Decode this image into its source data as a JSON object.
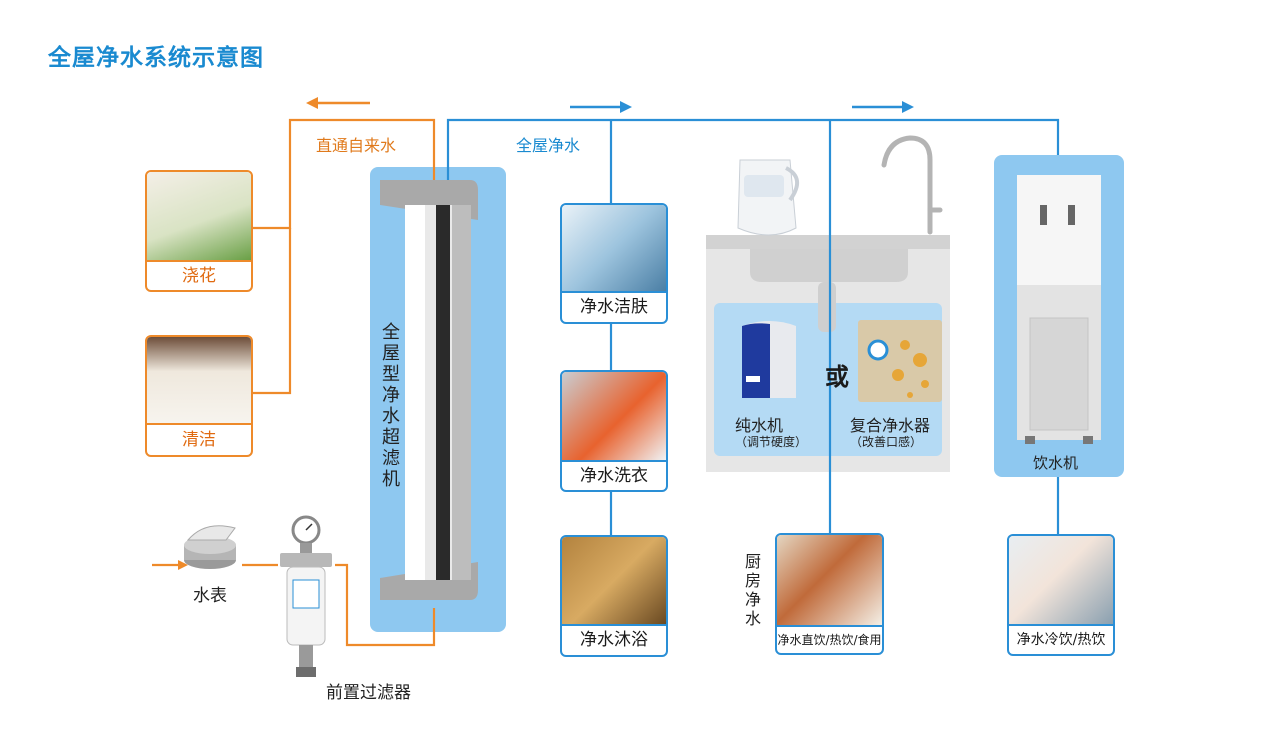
{
  "title": "全屋净水系统示意图",
  "flows": {
    "tap_water": "直通自来水",
    "whole_house": "全屋净水"
  },
  "devices": {
    "ultrafilter": "全屋型净水超滤机",
    "water_meter": "水表",
    "prefilter": "前置过滤器",
    "pure_machine": "纯水机",
    "pure_machine_note": "（调节硬度）",
    "or": "或",
    "compound_purifier": "复合净水器",
    "compound_note": "（改善口感）",
    "dispenser": "饮水机",
    "kitchen": "厨房净水"
  },
  "uses": {
    "watering": "浇花",
    "cleaning": "清洁",
    "skin": "净水洁肤",
    "laundry": "净水洗衣",
    "bath": "净水沐浴",
    "kitchen_use": "净水直饮/热饮/食用",
    "drink": "净水冷饮/热饮"
  },
  "colors": {
    "accent_blue": "#1a8ad0",
    "accent_orange": "#ee8a2a",
    "panel_blue": "#8ec8f0"
  },
  "icons": [
    "arrow-left-icon",
    "arrow-right-icon",
    "faucet-icon",
    "kettle-icon",
    "gauge-icon"
  ]
}
